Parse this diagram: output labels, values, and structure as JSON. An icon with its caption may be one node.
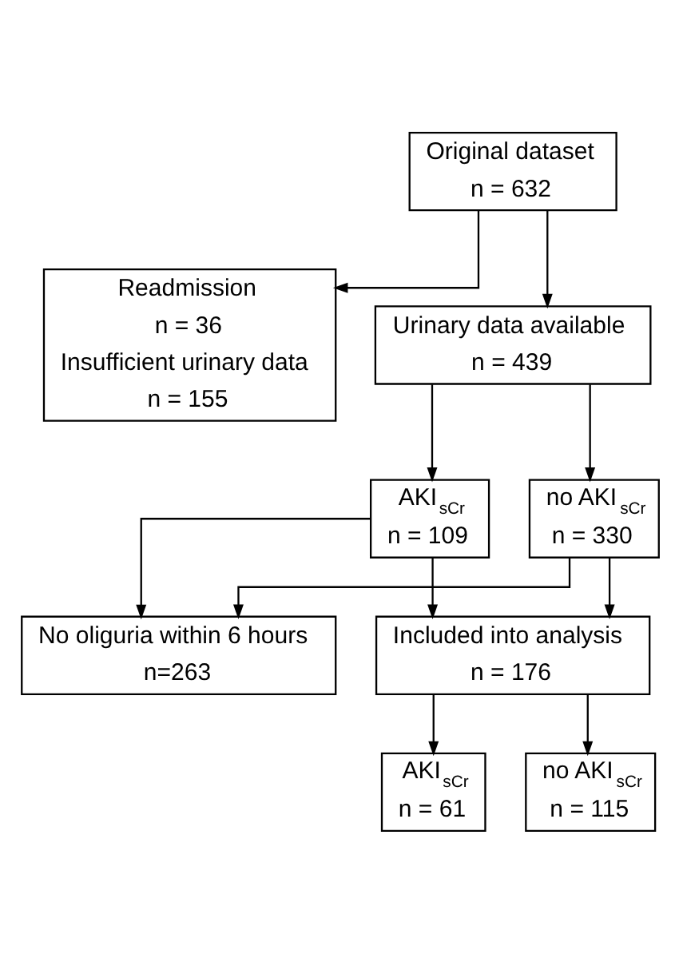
{
  "diagram": {
    "nodes": [
      {
        "text": [
          "Original dataset",
          "n = 632"
        ]
      },
      {
        "text": [
          "Readmission",
          "n = 36",
          "Insufficient urinary data",
          "n = 155"
        ]
      },
      {
        "text": [
          "Urinary data available",
          "n = 439"
        ]
      },
      {
        "text": [
          "AKI$_{sCr}$",
          "n = 109"
        ]
      },
      {
        "text": [
          "no AKI$_{sCr}$",
          "n = 330"
        ]
      },
      {
        "text": [
          "No oliguria within 6 hours",
          "n=263"
        ]
      },
      {
        "text": [
          "Included into analysis",
          "n = 176"
        ]
      },
      {
        "text": [
          "AKI$_{sCr}$",
          "n = 61"
        ]
      },
      {
        "text": [
          "no AKI$_{sCr}$",
          "n = 115"
        ]
      }
    ],
    "edges": [
      {
        "from": 0,
        "to": 2,
        "arrow": "to"
      },
      {
        "from": 0,
        "to": 1,
        "arrow": "to"
      },
      {
        "from": 2,
        "to": 3,
        "arrow": "to"
      },
      {
        "from": 2,
        "to": 4,
        "arrow": "to"
      },
      {
        "from": 3,
        "to": 6,
        "arrow": "to"
      },
      {
        "from": 4,
        "to": 6,
        "arrow": "to"
      },
      {
        "from": 3,
        "to": 5,
        "arrow": "to"
      },
      {
        "from": 4,
        "to": 5,
        "arrow": "to"
      },
      {
        "from": 6,
        "to": 7,
        "arrow": "to"
      },
      {
        "from": 6,
        "to": 8,
        "arrow": "to"
      }
    ]
  }
}
